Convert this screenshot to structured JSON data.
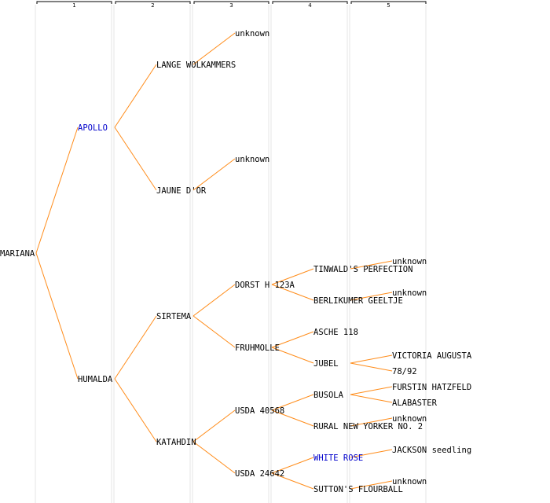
{
  "generations": [
    "1",
    "2",
    "3",
    "4",
    "5"
  ],
  "colors": {
    "edge": "#ff8c1a",
    "link": "#0000cc",
    "text": "#000000",
    "grid": "#e6e6e6"
  },
  "nodes": {
    "root": {
      "label": "MARIANA"
    },
    "apollo": {
      "label": "APOLLO",
      "link": true
    },
    "lange": {
      "label": "LANGE WOLKAMMERS"
    },
    "unknown1": {
      "label": "unknown"
    },
    "jaune": {
      "label": "JAUNE D'OR"
    },
    "unknown2": {
      "label": "unknown"
    },
    "humalda": {
      "label": "HUMALDA"
    },
    "sirtema": {
      "label": "SIRTEMA"
    },
    "dorst": {
      "label": "DORST H 123A"
    },
    "tinwald": {
      "label": "TINWALD'S PERFECTION"
    },
    "unknown3": {
      "label": "unknown"
    },
    "berlikumer": {
      "label": "BERLIKUMER GEELTJE"
    },
    "unknown4": {
      "label": "unknown"
    },
    "fruhmolle": {
      "label": "FRUHMOLLE"
    },
    "asche": {
      "label": "ASCHE 118"
    },
    "jubel": {
      "label": "JUBEL"
    },
    "victoria": {
      "label": "VICTORIA AUGUSTA"
    },
    "n7892": {
      "label": "78/92"
    },
    "katahdin": {
      "label": "KATAHDIN"
    },
    "usda40568": {
      "label": "USDA 40568"
    },
    "busola": {
      "label": "BUSOLA"
    },
    "furstin": {
      "label": "FURSTIN HATZFELD"
    },
    "alabaster": {
      "label": "ALABASTER"
    },
    "rural": {
      "label": "RURAL NEW YORKER NO. 2"
    },
    "unknown5": {
      "label": "unknown"
    },
    "usda24642": {
      "label": "USDA 24642"
    },
    "whiterose": {
      "label": "WHITE ROSE",
      "link": true
    },
    "jackson": {
      "label": "JACKSON seedling"
    },
    "sutton": {
      "label": "SUTTON'S FLOURBALL"
    },
    "unknown6": {
      "label": "unknown"
    }
  },
  "edges": [
    [
      "root",
      "apollo"
    ],
    [
      "root",
      "humalda"
    ],
    [
      "apollo",
      "lange"
    ],
    [
      "apollo",
      "jaune"
    ],
    [
      "lange",
      "unknown1"
    ],
    [
      "jaune",
      "unknown2"
    ],
    [
      "humalda",
      "sirtema"
    ],
    [
      "humalda",
      "katahdin"
    ],
    [
      "sirtema",
      "dorst"
    ],
    [
      "sirtema",
      "fruhmolle"
    ],
    [
      "dorst",
      "tinwald"
    ],
    [
      "dorst",
      "berlikumer"
    ],
    [
      "tinwald",
      "unknown3"
    ],
    [
      "berlikumer",
      "unknown4"
    ],
    [
      "fruhmolle",
      "asche"
    ],
    [
      "fruhmolle",
      "jubel"
    ],
    [
      "jubel",
      "victoria"
    ],
    [
      "jubel",
      "n7892"
    ],
    [
      "katahdin",
      "usda40568"
    ],
    [
      "katahdin",
      "usda24642"
    ],
    [
      "usda40568",
      "busola"
    ],
    [
      "usda40568",
      "rural"
    ],
    [
      "busola",
      "furstin"
    ],
    [
      "busola",
      "alabaster"
    ],
    [
      "rural",
      "unknown5"
    ],
    [
      "usda24642",
      "whiterose"
    ],
    [
      "usda24642",
      "sutton"
    ],
    [
      "whiterose",
      "jackson"
    ],
    [
      "sutton",
      "unknown6"
    ]
  ]
}
